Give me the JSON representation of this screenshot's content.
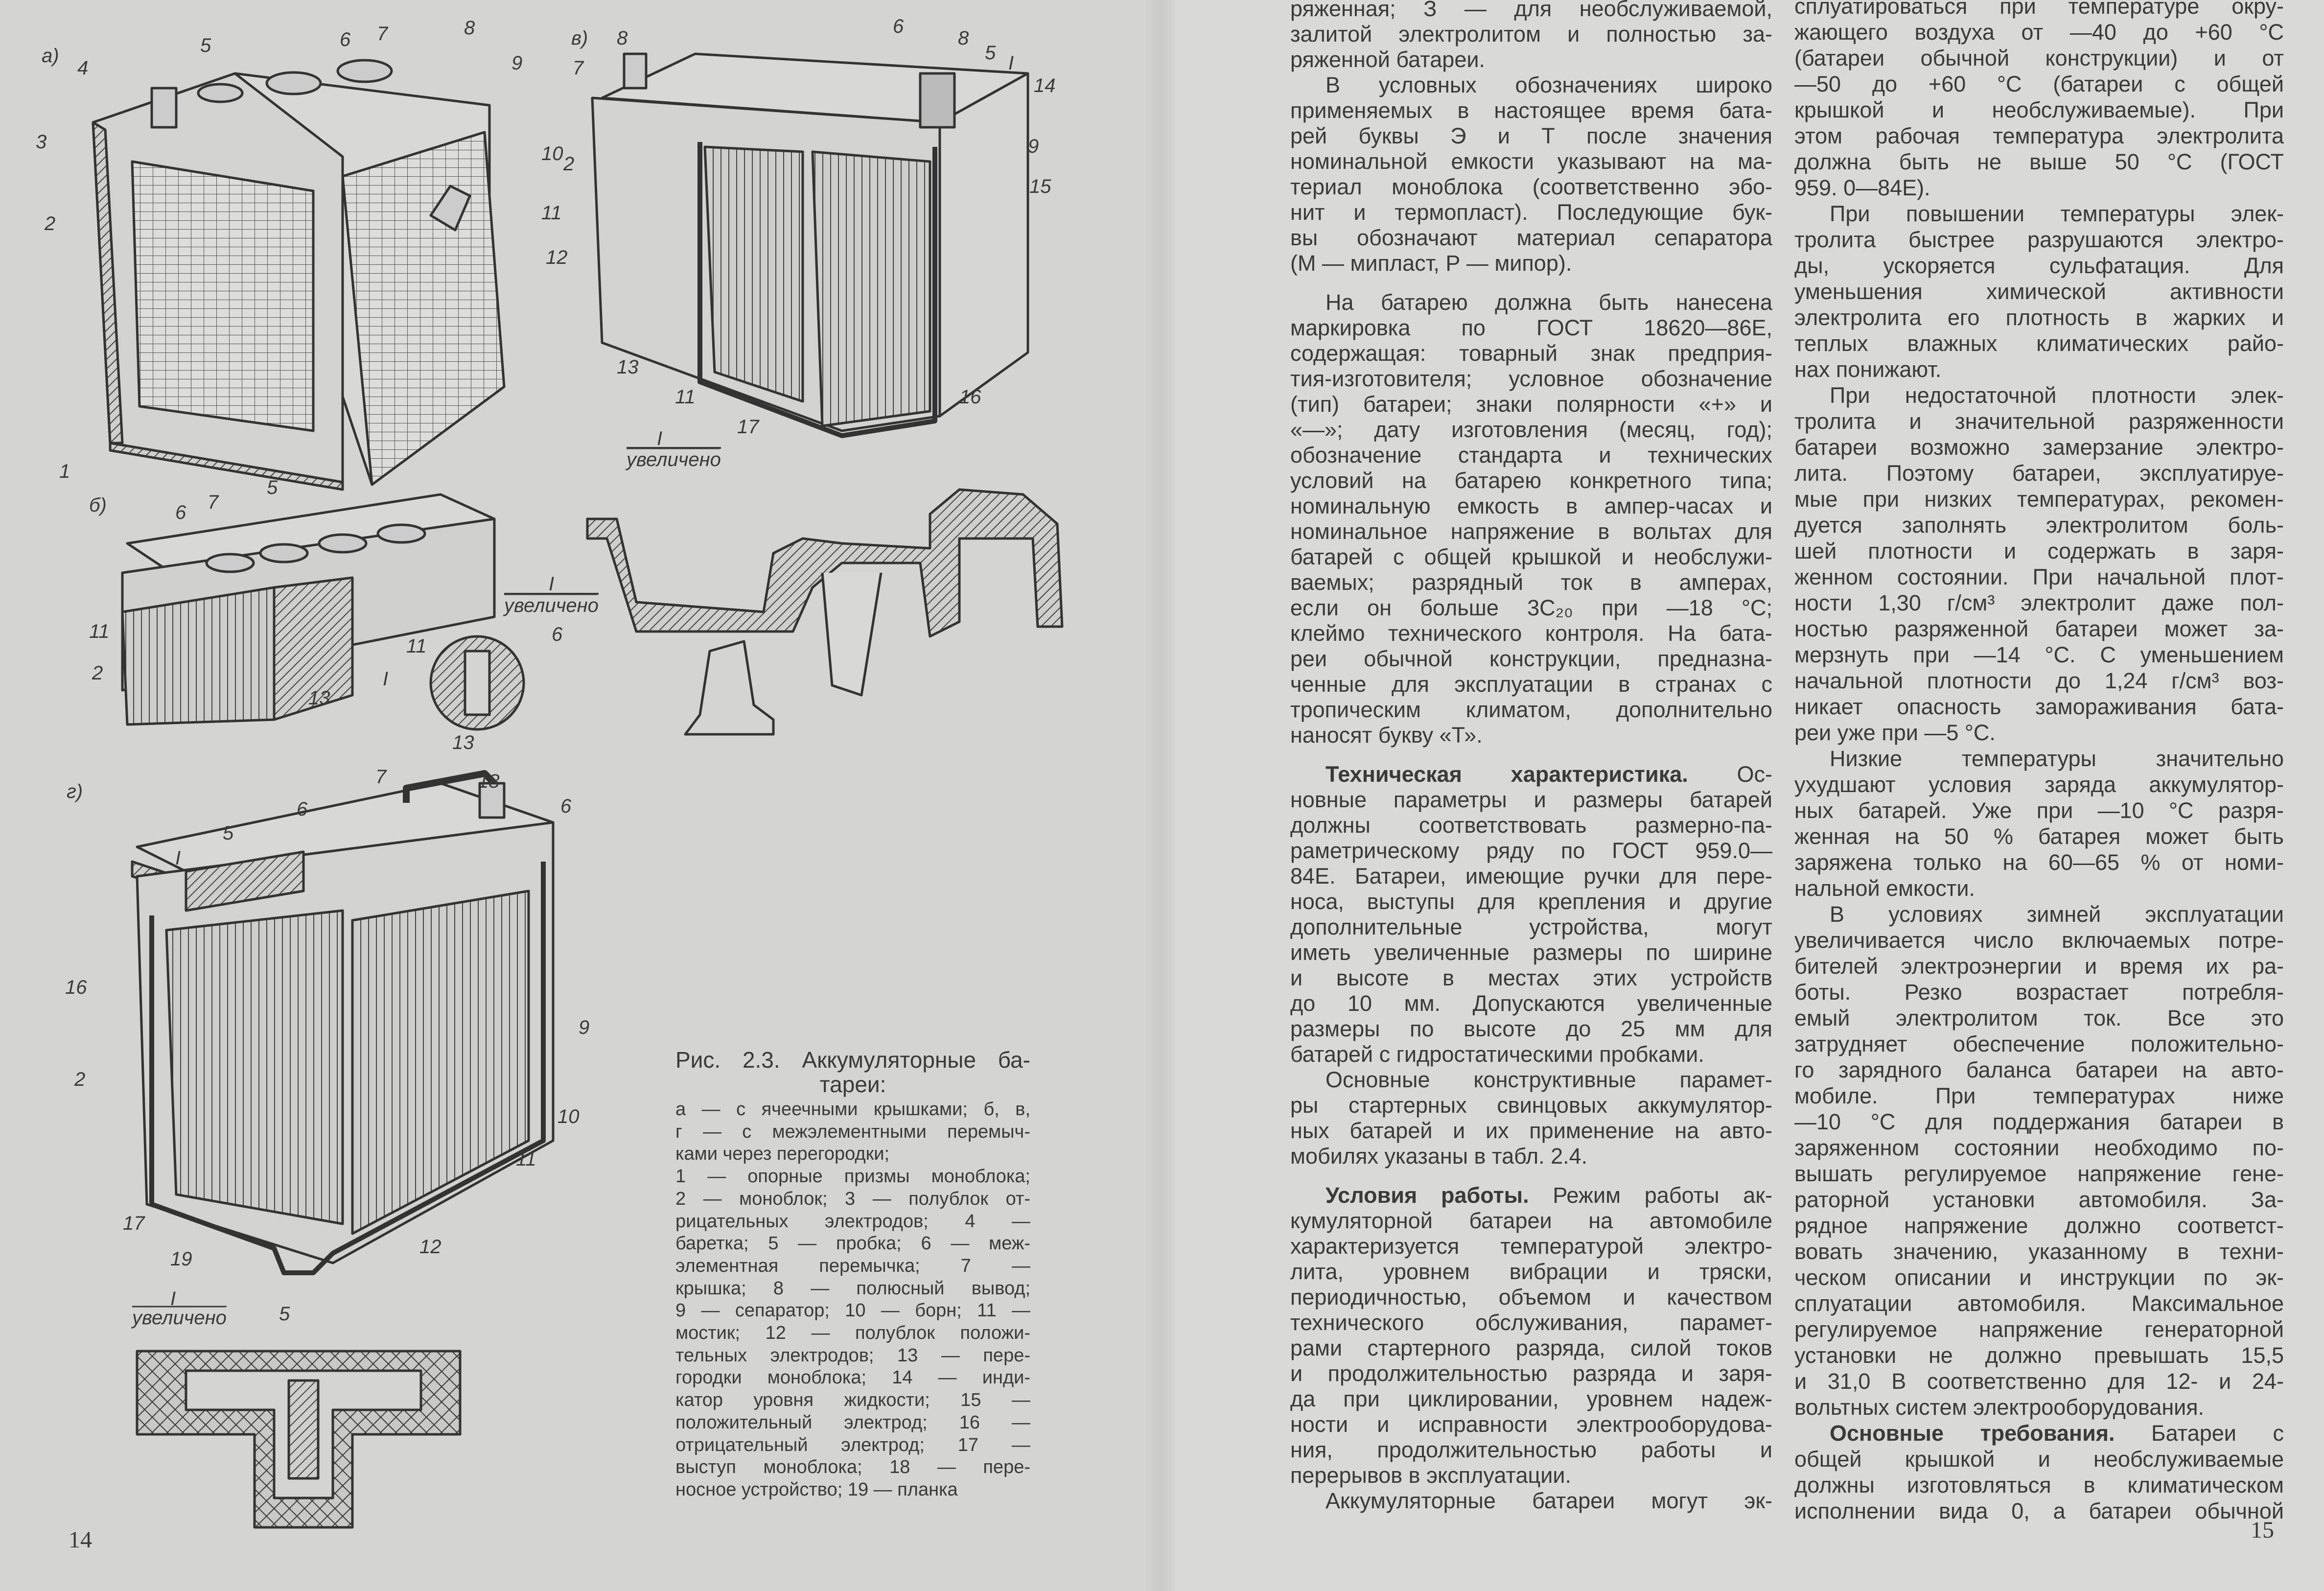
{
  "left_page": {
    "page_number": "14",
    "figures": {
      "a": {
        "panel": "а)",
        "labels": [
          "5",
          "6",
          "7",
          "8",
          "9",
          "4",
          "3",
          "2",
          "10",
          "11",
          "12",
          "1"
        ]
      },
      "b": {
        "panel": "б)",
        "labels": [
          "6",
          "7",
          "5",
          "11",
          "2",
          "13",
          "I",
          "11",
          "6",
          "13"
        ],
        "enlarged_mark": "I",
        "enlarged_text": "увеличено"
      },
      "v": {
        "panel": "в)",
        "labels": [
          "8",
          "7",
          "6",
          "8",
          "5",
          "I",
          "14",
          "9",
          "15",
          "2",
          "13",
          "11",
          "17",
          "16"
        ],
        "enlarged_mark": "I",
        "enlarged_text": "увеличено"
      },
      "g": {
        "panel": "г)",
        "labels": [
          "7",
          "18",
          "6",
          "I",
          "5",
          "6",
          "16",
          "9",
          "2",
          "10",
          "11",
          "17",
          "19",
          "12"
        ],
        "enlarged_mark": "I",
        "enlarged_text": "увеличено",
        "detail_label": "5"
      }
    },
    "caption": {
      "title_lines": [
        "Рис. 2.3. Аккумуляторные ба-",
        "тареи:"
      ],
      "legend_lines": [
        "а — с ячеечными крышками; б, в,",
        "г — с межэлементными перемыч-",
        "ками через перегородки;",
        "1 — опорные призмы моноблока;",
        "2 — моноблок; 3 — полублок от-",
        "рицательных электродов; 4 —",
        "баретка; 5 — пробка; 6 — меж-",
        "элементная перемычка; 7 —",
        "крышка; 8 — полюсный вывод;",
        "9 — сепаратор; 10 — борн; 11 —",
        "мостик; 12 — полублок положи-",
        "тельных электродов; 13 — пере-",
        "городки моноблока; 14 — инди-",
        "катор уровня жидкости; 15 —",
        "положительный электрод; 16 —",
        "отрицательный электрод; 17 —",
        "выступ моноблока; 18 — пере-",
        "носное устройство; 19 — планка"
      ]
    }
  },
  "right_page": {
    "page_number": "15",
    "middle_column": [
      {
        "indent": false,
        "gap": false,
        "lines": [
          "ряженная; З — для необслуживаемой,",
          "залитой электролитом и полностью за-",
          "ряженной батареи."
        ]
      },
      {
        "indent": true,
        "gap": false,
        "lines": [
          "В условных обозначениях широко",
          "применяемых в настоящее время бата-",
          "рей буквы Э и Т после значения",
          "номинальной емкости указывают на ма-",
          "териал моноблока (соответственно эбо-",
          "нит и термопласт). Последующие бук-",
          "вы обозначают материал сепаратора",
          "(М — мипласт, Р — мипор)."
        ]
      },
      {
        "indent": true,
        "gap": true,
        "lines": [
          "На батарею должна быть нанесена",
          "маркировка по ГОСТ 18620—86Е,",
          "содержащая: товарный знак предприя-",
          "тия-изготовителя; условное обозначение",
          "(тип) батареи; знаки полярности «+» и",
          "«—»; дату изготовления (месяц, год);",
          "обозначение стандарта и технических",
          "условий на батарею конкретного типа;",
          "номинальную емкость в ампер-часах и",
          "номинальное напряжение в вольтах для",
          "батарей с общей крышкой и необслужи-",
          "ваемых; разрядный ток в амперах,",
          "если он больше 3C₂₀ при —18 °С;",
          "клеймо технического контроля. На бата-",
          "реи обычной конструкции, предназна-",
          "ченные для эксплуатации в странах с",
          "тропическим климатом, дополнительно",
          "наносят букву «Т»."
        ]
      },
      {
        "indent": true,
        "gap": true,
        "lead": "Техническая характеристика.",
        "lines": [
          " Ос-",
          "новные параметры и размеры батарей",
          "должны соответствовать размерно-па-",
          "раметрическому ряду по ГОСТ 959.0—",
          "84Е. Батареи, имеющие ручки для пере-",
          "носа, выступы для крепления и другие",
          "дополнительные устройства, могут",
          "иметь увеличенные размеры по ширине",
          "и высоте в местах этих устройств",
          "до 10 мм. Допускаются увеличенные",
          "размеры по высоте до 25 мм для",
          "батарей с гидростатическими пробками."
        ]
      },
      {
        "indent": true,
        "gap": false,
        "lines": [
          "Основные конструктивные парамет-",
          "ры стартерных свинцовых аккумулятор-",
          "ных батарей и их применение на авто-",
          "мобилях указаны в табл. 2.4."
        ]
      },
      {
        "indent": true,
        "gap": true,
        "lead": "Условия работы.",
        "lines": [
          " Режим работы ак-",
          "кумуляторной батареи на автомобиле",
          "характеризуется температурой электро-",
          "лита, уровнем вибрации и тряски,",
          "периодичностью, объемом и качеством",
          "технического обслуживания, парамет-",
          "рами стартерного разряда, силой токов",
          "и продолжительностью разряда и заря-",
          "да при циклировании, уровнем надеж-",
          "ности и исправности электрооборудова-",
          "ния, продолжительностью работы и",
          "перерывов в эксплуатации."
        ]
      },
      {
        "indent": true,
        "gap": false,
        "continues": true,
        "lines": [
          "Аккумуляторные батареи могут эк-"
        ]
      }
    ],
    "right_column": [
      {
        "indent": false,
        "gap": false,
        "lines": [
          "сплуатироваться при температуре окру-",
          "жающего воздуха от —40 до +60 °С",
          "(батареи обычной конструкции) и от",
          "—50 до +60 °С (батареи с общей",
          "крышкой и необслуживаемые). При",
          "этом рабочая температура электролита",
          "должна быть не выше 50 °С (ГОСТ",
          "959. 0—84Е)."
        ]
      },
      {
        "indent": true,
        "gap": false,
        "lines": [
          "При повышении температуры элек-",
          "тролита быстрее разрушаются электро-",
          "ды, ускоряется сульфатация. Для",
          "уменьшения химической активности",
          "электролита его плотность в жарких и",
          "теплых влажных климатических райо-",
          "нах понижают."
        ]
      },
      {
        "indent": true,
        "gap": false,
        "lines": [
          "При недостаточной плотности элек-",
          "тролита и значительной разряженности",
          "батареи возможно замерзание электро-",
          "лита. Поэтому батареи, эксплуатируе-",
          "мые при низких температурах, рекомен-",
          "дуется заполнять электролитом боль-",
          "шей плотности и содержать в заря-",
          "женном состоянии. При начальной плот-",
          "ности 1,30 г/см³ электролит даже пол-",
          "ностью разряженной батареи может за-",
          "мерзнуть при —14 °С. С уменьшением",
          "начальной плотности до 1,24 г/см³ воз-",
          "никает опасность замораживания бата-",
          "реи уже при —5 °С."
        ]
      },
      {
        "indent": true,
        "gap": false,
        "lines": [
          "Низкие температуры значительно",
          "ухудшают условия заряда аккумулятор-",
          "ных батарей. Уже при —10 °С разря-",
          "женная на 50 % батарея может быть",
          "заряжена только на 60—65 % от номи-",
          "нальной емкости."
        ]
      },
      {
        "indent": true,
        "gap": false,
        "lines": [
          "В условиях зимней эксплуатации",
          "увеличивается число включаемых потре-",
          "бителей электроэнергии и время их ра-",
          "боты. Резко возрастает потребля-",
          "емый электролитом ток. Все это",
          "затрудняет обеспечение положительно-",
          "го зарядного баланса батареи на авто-",
          "мобиле. При температурах ниже",
          "—10 °С для поддержания батареи в",
          "заряженном состоянии необходимо по-",
          "вышать регулируемое напряжение гене-",
          "раторной установки автомобиля. За-",
          "рядное напряжение должно соответст-",
          "вовать значению, указанному в техни-",
          "ческом описании и инструкции по эк-",
          "сплуатации автомобиля. Максимальное",
          "регулируемое напряжение генераторной",
          "установки не должно превышать 15,5",
          "и 31,0 В соответственно для 12- и 24-",
          "вольтных систем электрооборудования."
        ]
      },
      {
        "indent": true,
        "gap": false,
        "continues": true,
        "lead": "Основные требования.",
        "lines": [
          " Батареи с",
          "общей крышкой и необслуживаемые",
          "должны изготовляться в климатическом",
          "исполнении вида 0, а батареи обычной"
        ]
      }
    ]
  }
}
